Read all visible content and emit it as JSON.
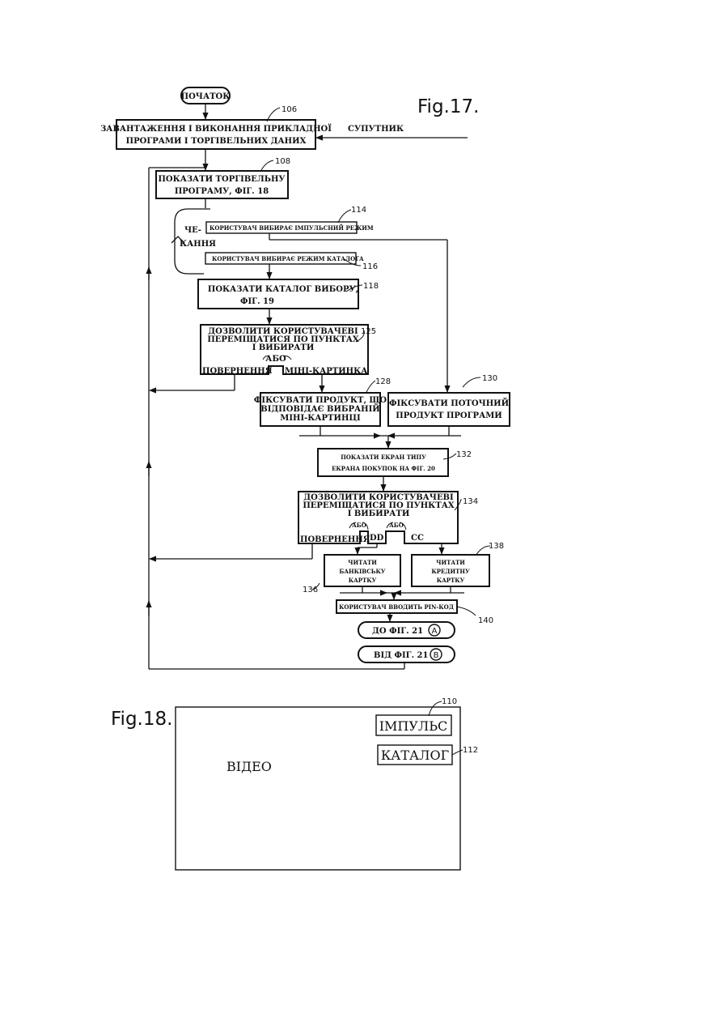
{
  "fig17": {
    "title": "Fig.17.",
    "start": "ПОЧАТОК",
    "satellite": "СУПУТНИК",
    "load": {
      "line1": "ЗАВАНТАЖЕННЯ І ВИКОНАННЯ ПРИКЛАДНОЇ",
      "line2": "ПРОГРАМИ І ТОРГІВЕЛЬНИХ ДАНИХ",
      "ref": "106"
    },
    "show_trade": {
      "line1": "ПОКАЗАТИ ТОРГІВЕЛЬНУ",
      "line2": "ПРОГРАМУ, ФІГ. 18",
      "ref": "108"
    },
    "waiting": {
      "line1": "ЧЕ-",
      "line2": "КАННЯ"
    },
    "impulse_mode": {
      "text": "КОРИСТУВАЧ ВИБИРАЄ ІМПУЛЬСНИЙ РЕЖИМ",
      "ref": "114"
    },
    "catalog_mode": {
      "text": "КОРИСТУВАЧ ВИБИРАЄ РЕЖИМ КАТАЛОГА",
      "ref": "116"
    },
    "show_catalog": {
      "line1": "ПОКАЗАТИ КАТАЛОГ ВИБОРУ,",
      "line2": "ФІГ. 19",
      "ref": "118"
    },
    "navigate1": {
      "line1": "ДОЗВОЛИТИ КОРИСТУВАЧЕВІ",
      "line2": "ПЕРЕМІЩАТИСЯ ПО ПУНКТАХ",
      "line3": "І ВИБИРАТИ",
      "ref": "125",
      "or": "АБО",
      "back": "ПОВЕРНЕННЯ",
      "thumb": "МІНІ-КАРТИНКА"
    },
    "fix_product": {
      "line1": "ФІКСУВАТИ ПРОДУКТ, ЩО",
      "line2": "ВІДПОВІДАЄ ВИБРАНІЙ",
      "line3": "МІНІ-КАРТИНЦІ",
      "ref": "128"
    },
    "fix_current": {
      "line1": "ФІКСУВАТИ ПОТОЧНИЙ",
      "line2": "ПРОДУКТ ПРОГРАМИ",
      "ref": "130"
    },
    "show_shop": {
      "line1": "ПОКАЗАТИ ЕКРАН ТИПУ",
      "line2": "ЕКРАНА ПОКУПОК НА ФІГ. 20",
      "ref": "132"
    },
    "navigate2": {
      "line1": "ДОЗВОЛИТИ КОРИСТУВАЧЕВІ",
      "line2": "ПЕРЕМІЩАТИСЯ ПО ПУНКТАХ",
      "line3": "І ВИБИРАТИ",
      "ref": "134",
      "or1": "АБО",
      "or2": "АБО",
      "back": "ПОВЕРНЕННЯ",
      "dd": "DD",
      "cc": "CC"
    },
    "read_bank": {
      "line1": "ЧИТАТИ",
      "line2": "БАНКІВСЬКУ",
      "line3": "КАРТКУ",
      "ref": "136"
    },
    "read_credit": {
      "line1": "ЧИТАТИ",
      "line2": "КРЕДИТНУ",
      "line3": "КАРТКУ",
      "ref": "138"
    },
    "pin": {
      "text": "КОРИСТУВАЧ ВВОДИТЬ PIN-КОД",
      "ref": "140"
    },
    "to_fig21": {
      "text": "ДО ФІГ. 21",
      "connector": "A"
    },
    "from_fig21": {
      "text": "ВІД ФІГ. 21",
      "connector": "B"
    }
  },
  "fig18": {
    "title": "Fig.18.",
    "video": "ВІДЕО",
    "impulse_button": "ІМПУЛЬС",
    "impulse_ref": "110",
    "catalog_button": "КАТАЛОГ",
    "catalog_ref": "112"
  }
}
